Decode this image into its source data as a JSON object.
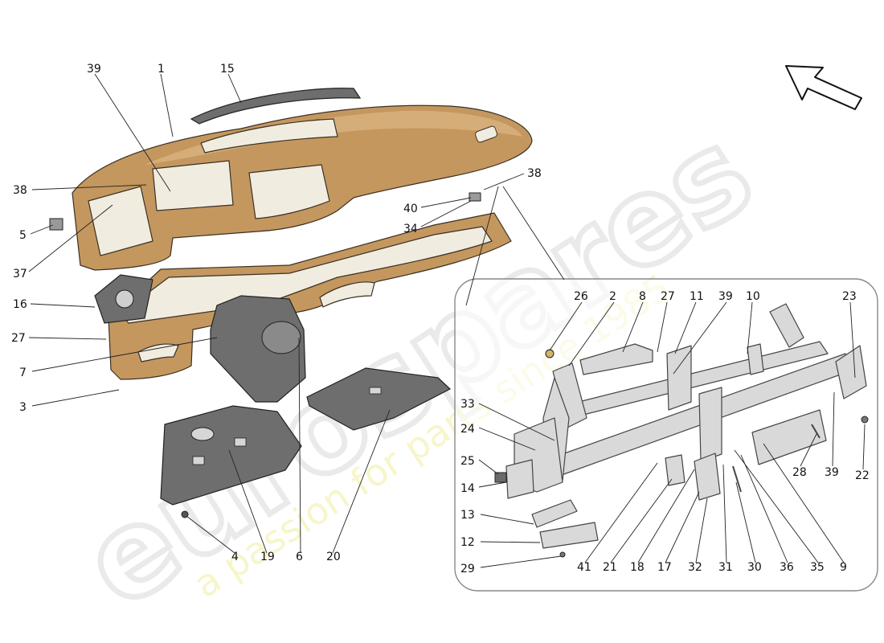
{
  "watermark": {
    "logo_text": "eurospares",
    "tagline": "a passion for parts since 1985"
  },
  "colors": {
    "dash_leather": "#c4975e",
    "dash_dark": "#8e6a3e",
    "dash_inner": "#f1ece0",
    "frame_grey": "#d9d9d9",
    "cover_grey": "#6e6e6e",
    "inset_border": "#888888"
  },
  "orientation_arrow": {
    "icon": "direction-arrow-icon"
  },
  "callouts": [
    {
      "id": "c39a",
      "text": "39"
    },
    {
      "id": "c1",
      "text": "1"
    },
    {
      "id": "c15",
      "text": "15"
    },
    {
      "id": "c38a",
      "text": "38"
    },
    {
      "id": "c5",
      "text": "5"
    },
    {
      "id": "c37",
      "text": "37"
    },
    {
      "id": "c16",
      "text": "16"
    },
    {
      "id": "c27a",
      "text": "27"
    },
    {
      "id": "c7",
      "text": "7"
    },
    {
      "id": "c3",
      "text": "3"
    },
    {
      "id": "c38b",
      "text": "38"
    },
    {
      "id": "c40",
      "text": "40"
    },
    {
      "id": "c34",
      "text": "34"
    },
    {
      "id": "c4",
      "text": "4"
    },
    {
      "id": "c19",
      "text": "19"
    },
    {
      "id": "c6",
      "text": "6"
    },
    {
      "id": "c20",
      "text": "20"
    },
    {
      "id": "c26",
      "text": "26"
    },
    {
      "id": "c2",
      "text": "2"
    },
    {
      "id": "c8",
      "text": "8"
    },
    {
      "id": "c27b",
      "text": "27"
    },
    {
      "id": "c11",
      "text": "11"
    },
    {
      "id": "c39b",
      "text": "39"
    },
    {
      "id": "c10",
      "text": "10"
    },
    {
      "id": "c23",
      "text": "23"
    },
    {
      "id": "c33",
      "text": "33"
    },
    {
      "id": "c24",
      "text": "24"
    },
    {
      "id": "c25",
      "text": "25"
    },
    {
      "id": "c14",
      "text": "14"
    },
    {
      "id": "c13",
      "text": "13"
    },
    {
      "id": "c12",
      "text": "12"
    },
    {
      "id": "c29",
      "text": "29"
    },
    {
      "id": "c28",
      "text": "28"
    },
    {
      "id": "c39c",
      "text": "39"
    },
    {
      "id": "c22",
      "text": "22"
    },
    {
      "id": "c41",
      "text": "41"
    },
    {
      "id": "c21",
      "text": "21"
    },
    {
      "id": "c18",
      "text": "18"
    },
    {
      "id": "c17",
      "text": "17"
    },
    {
      "id": "c32",
      "text": "32"
    },
    {
      "id": "c31",
      "text": "31"
    },
    {
      "id": "c30",
      "text": "30"
    },
    {
      "id": "c36",
      "text": "36"
    },
    {
      "id": "c35",
      "text": "35"
    },
    {
      "id": "c9",
      "text": "9"
    }
  ]
}
